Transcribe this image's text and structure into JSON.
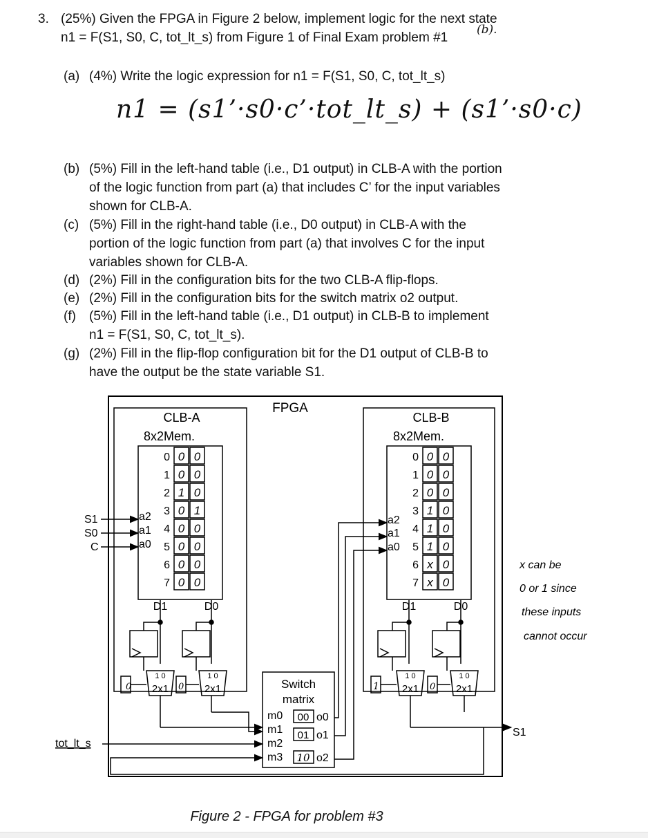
{
  "problem": {
    "number": "3.",
    "header_line1": "(25%) Given the FPGA in Figure 2 below, implement logic for the next state",
    "header_line2": "n1 = F(S1, S0, C, tot_lt_s) from Figure 1 of Final Exam problem #1",
    "header_mark": "(b).",
    "parts": [
      {
        "label": "(a)",
        "lines": [
          "(4%) Write the logic expression for n1 = F(S1, S0, C, tot_lt_s)"
        ]
      },
      {
        "label": "(b)",
        "lines": [
          "(5%) Fill in the left-hand table (i.e., D1 output) in CLB-A with the portion",
          "of the logic function from part (a) that includes C’ for the input variables",
          "shown for CLB-A."
        ]
      },
      {
        "label": "(c)",
        "lines": [
          "(5%) Fill in the right-hand table (i.e., D0 output) in CLB-A with the",
          "portion of the logic function from part (a) that involves C for the input",
          "variables shown for CLB-A."
        ]
      },
      {
        "label": "(d)",
        "lines": [
          "(2%) Fill in the configuration bits for the two CLB-A flip-flops."
        ]
      },
      {
        "label": "(e)",
        "lines": [
          "(2%) Fill in the configuration bits for the switch matrix o2 output."
        ]
      },
      {
        "label": "(f)",
        "lines": [
          "(5%) Fill in the left-hand table (i.e., D1 output) in CLB-B to implement",
          "n1 = F(S1, S0, C, tot_lt_s)."
        ]
      },
      {
        "label": "(g)",
        "lines": [
          "(2%) Fill in the flip-flop configuration bit for the D1 output of CLB-B to",
          "have the output be the state variable S1."
        ]
      }
    ],
    "answer_a": "n1 = (s1’·s0·c’·tot_lt_s) + (s1’·s0·c)"
  },
  "figure": {
    "title": "FPGA",
    "caption": "Figure 2 - FPGA for problem #3",
    "clb_a": {
      "name": "CLB-A",
      "mem": "8x2Mem.",
      "addresses": [
        "0",
        "1",
        "2",
        "3",
        "4",
        "5",
        "6",
        "7"
      ],
      "d1": [
        "0",
        "0",
        "1",
        "0",
        "0",
        "0",
        "0",
        "0"
      ],
      "d0": [
        "0",
        "0",
        "0",
        "1",
        "0",
        "0",
        "0",
        "0"
      ],
      "d1_label": "D1",
      "d0_label": "D0",
      "addr_labels": [
        "a2",
        "a1",
        "a0"
      ],
      "mux_label": "2x1",
      "mux_sel": "1 0",
      "ff_config_d1": "0",
      "ff_config_d0": "0"
    },
    "clb_b": {
      "name": "CLB-B",
      "mem": "8x2Mem.",
      "addresses": [
        "0",
        "1",
        "2",
        "3",
        "4",
        "5",
        "6",
        "7"
      ],
      "d1": [
        "0",
        "0",
        "0",
        "1",
        "1",
        "1",
        "x",
        "x"
      ],
      "d0": [
        "0",
        "0",
        "0",
        "0",
        "0",
        "0",
        "0",
        "0"
      ],
      "d1_label": "D1",
      "d0_label": "D0",
      "addr_labels": [
        "a2",
        "a1",
        "a0"
      ],
      "mux_label": "2x1",
      "mux_sel": "1 0",
      "ff_config_d1": "1",
      "ff_config_d0": "0"
    },
    "inputs": [
      "S1",
      "S0",
      "C"
    ],
    "tot_input": "tot_lt_s",
    "output": "S1",
    "switch": {
      "title_line1": "Switch",
      "title_line2": "matrix",
      "inputs": [
        "m0",
        "m1",
        "m2",
        "m3"
      ],
      "outputs": [
        "o0",
        "o1",
        "o2"
      ],
      "config": [
        "00",
        "01",
        "10"
      ]
    },
    "side_note": [
      "x can be",
      "0 or 1 since",
      "these inputs",
      "cannot occur"
    ]
  }
}
